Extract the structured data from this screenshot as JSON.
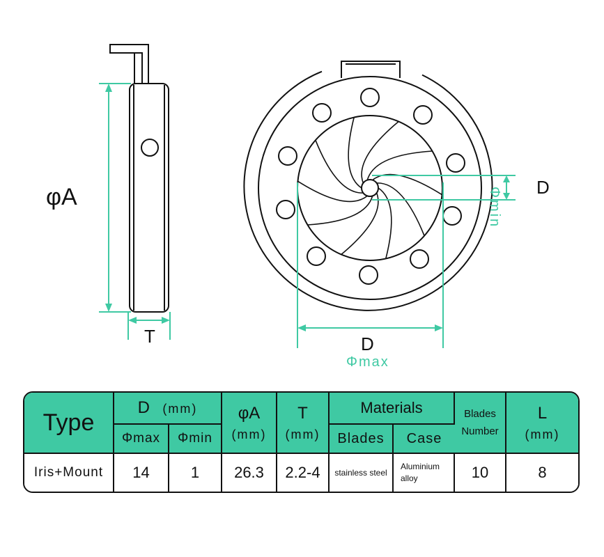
{
  "drawing": {
    "side_view": {
      "diameter_label": "φA",
      "thickness_label": "T"
    },
    "front_view": {
      "min_label": "D",
      "min_sub": "Φmin",
      "max_label": "D",
      "max_sub": "Φmax"
    },
    "colors": {
      "dimension": "#3fc9a3",
      "outline": "#111111",
      "table_header": "#3fc9a3"
    }
  },
  "table": {
    "type_header": "Type",
    "d_header": "D",
    "d_unit": "(mm)",
    "phi_max_header": "Φmax",
    "phi_min_header": "Φmin",
    "phiA_header": "φA",
    "phiA_unit": "(mm)",
    "t_header": "T",
    "t_unit": "(mm)",
    "materials_header": "Materials",
    "blades_header": "Blades",
    "case_header": "Case",
    "blades_number_line1": "Blades",
    "blades_number_line2": "Number",
    "l_header": "L",
    "l_unit": "(mm)",
    "row": {
      "type": "Iris+Mount",
      "phi_max": "14",
      "phi_min": "1",
      "phiA": "26.3",
      "t": "2.2-4",
      "blades_material": "stainless steel",
      "case_material_line1": "Aluminium",
      "case_material_line2": "alloy",
      "blades_number": "10",
      "l": "8"
    }
  }
}
